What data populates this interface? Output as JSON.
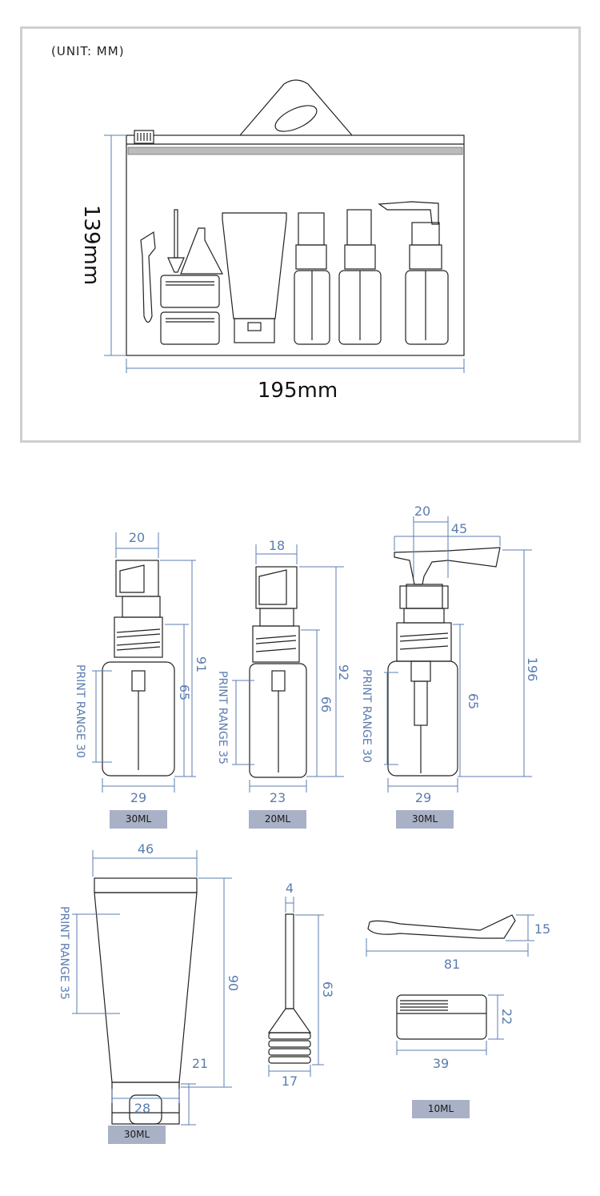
{
  "unit_label": "(UNIT: MM)",
  "bag": {
    "height_label": "139mm",
    "width_label": "195mm"
  },
  "bottles": {
    "spray_30": {
      "top_width": "20",
      "height_total": "91",
      "height_body": "65",
      "print_range": "PRINT RANGE  30",
      "bottom_width": "29",
      "tag": "30ML"
    },
    "spray_20": {
      "top_width": "18",
      "height_total": "92",
      "height_body": "66",
      "print_range": "PRINT RANGE 35",
      "bottom_width": "23",
      "tag": "20ML"
    },
    "pump_30": {
      "top_width": "20",
      "head_width": "45",
      "height_total": "196",
      "height_body": "65",
      "print_range": "PRINT RANGE 30",
      "bottom_width": "29",
      "tag": "30ML"
    }
  },
  "tube": {
    "top_width": "46",
    "print_range": "PRINT RANGE 35",
    "height_total": "90",
    "cap_height": "21",
    "cap_width": "28",
    "tag": "30ML"
  },
  "funnel": {
    "top_width": "4",
    "height": "63",
    "bottom_width": "17"
  },
  "spatula": {
    "height": "15",
    "length": "81"
  },
  "jar": {
    "height": "22",
    "width": "39",
    "tag": "10ML"
  }
}
